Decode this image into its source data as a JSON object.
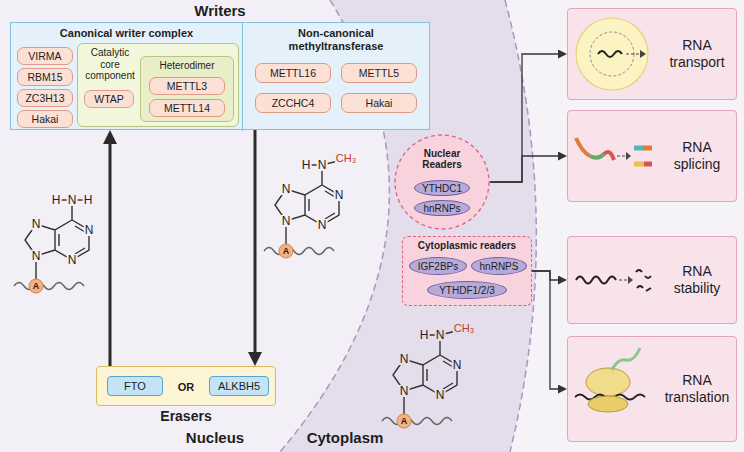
{
  "diagram": {
    "nodes": [
      {
        "text": [
          "Writers"
        ]
      },
      {
        "text": [
          "Canonical writer complex"
        ],
        "in": 0
      },
      {
        "text": [
          "VIRMA"
        ],
        "in": 1
      },
      {
        "text": [
          "RBM15"
        ],
        "in": 1
      },
      {
        "text": [
          "ZC3H13"
        ],
        "in": 1
      },
      {
        "text": [
          "Hakai"
        ],
        "in": 1
      },
      {
        "text": [
          "Catalytic core component"
        ],
        "in": 1
      },
      {
        "text": [
          "WTAP"
        ],
        "in": 6
      },
      {
        "text": [
          "Heterodimer"
        ],
        "in": 6
      },
      {
        "text": [
          "METTL3"
        ],
        "in": 8
      },
      {
        "text": [
          "METTL14"
        ],
        "in": 8
      },
      {
        "text": [
          "Non-canonical methyltransferase"
        ],
        "in": 0
      },
      {
        "text": [
          "METTL16"
        ],
        "in": 11
      },
      {
        "text": [
          "METTL5"
        ],
        "in": 11
      },
      {
        "text": [
          "ZCCHC4"
        ],
        "in": 11
      },
      {
        "text": [
          "Hakai"
        ],
        "in": 11
      },
      {
        "text": [
          "Nuclear Readers"
        ]
      },
      {
        "text": [
          "YTHDC1"
        ],
        "in": 16
      },
      {
        "text": [
          "hnRNPs"
        ],
        "in": 16
      },
      {
        "text": [
          "Cytoplasmic readers"
        ]
      },
      {
        "text": [
          "IGF2BPs"
        ],
        "in": 19
      },
      {
        "text": [
          "hnRNPS"
        ],
        "in": 19
      },
      {
        "text": [
          "YTHDF1/2/3"
        ],
        "in": 19
      },
      {
        "text": [
          "Erasers"
        ]
      },
      {
        "text": [
          "FTO"
        ],
        "in": 23
      },
      {
        "text": [
          "ALKBH5"
        ],
        "in": 23
      },
      {
        "text": [
          "RNA transport"
        ]
      },
      {
        "text": [
          "RNA splicing"
        ]
      },
      {
        "text": [
          "RNA stability"
        ]
      },
      {
        "text": [
          "RNA translation"
        ]
      }
    ],
    "edges": [
      {
        "from": 23,
        "to": 0,
        "arrow": "to"
      },
      {
        "from": 0,
        "to": 23,
        "arrow": "to"
      },
      {
        "from": 16,
        "to": 26,
        "arrow": "to"
      },
      {
        "from": 16,
        "to": 27,
        "arrow": "to"
      },
      {
        "from": 19,
        "to": 28,
        "arrow": "to"
      },
      {
        "from": 19,
        "to": 29,
        "arrow": "to"
      }
    ],
    "labels": [
      "OR",
      "H",
      "N",
      "H",
      "N",
      "N",
      "N",
      "N",
      "A",
      "H",
      "N",
      "CH₃",
      "N",
      "N",
      "N",
      "N",
      "A",
      "H",
      "N",
      "CH₃",
      "N",
      "N",
      "N",
      "N",
      "A",
      "Nucleus",
      "Cytoplasm"
    ]
  }
}
